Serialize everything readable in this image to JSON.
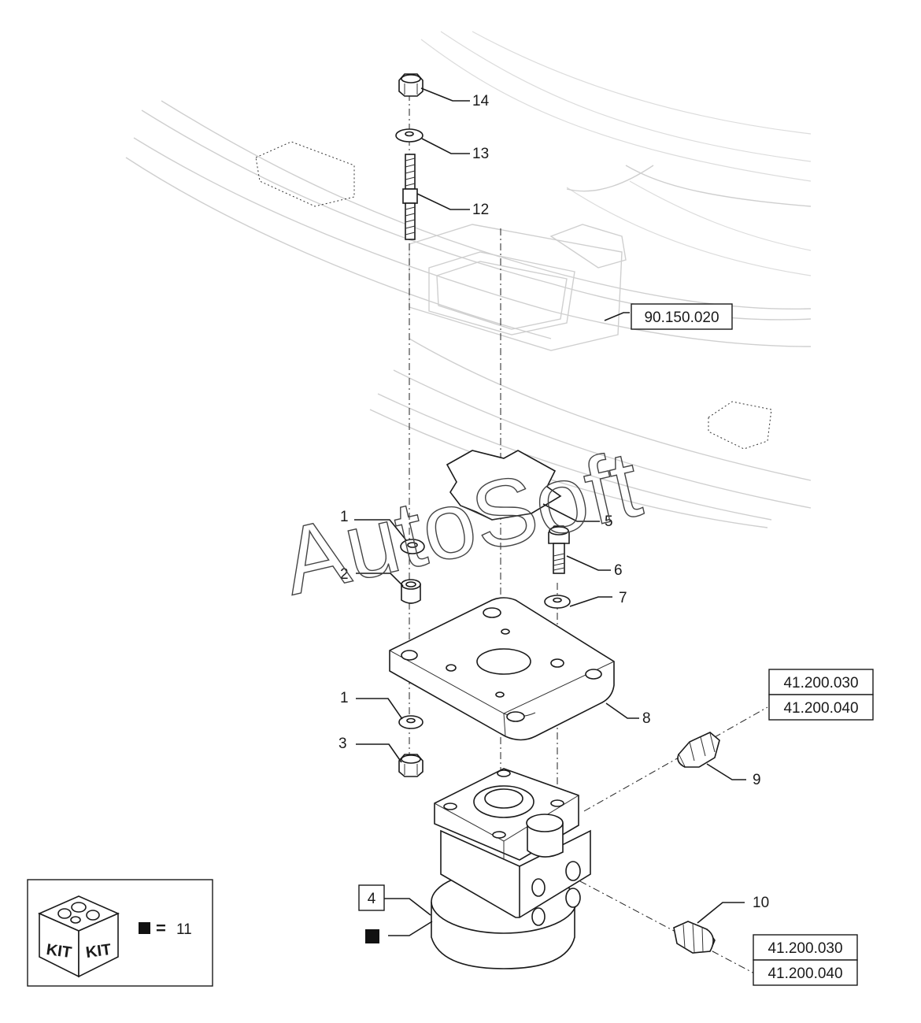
{
  "watermark": "AutoSoft",
  "callouts": {
    "c14": "14",
    "c13": "13",
    "c12": "12",
    "c5": "5",
    "c1a": "1",
    "c6": "6",
    "c2": "2",
    "c7": "7",
    "c1b": "1",
    "c8": "8",
    "c3": "3",
    "c9": "9",
    "c10": "10",
    "c4": "4"
  },
  "references": {
    "frame": "90.150.020",
    "port_top_1": "41.200.030",
    "port_top_2": "41.200.040",
    "port_bottom_1": "41.200.030",
    "port_bottom_2": "41.200.040"
  },
  "kit_legend": {
    "kit_text_left": "KIT",
    "kit_text_right": "KIT",
    "equals": "=",
    "kit_number": "11"
  }
}
